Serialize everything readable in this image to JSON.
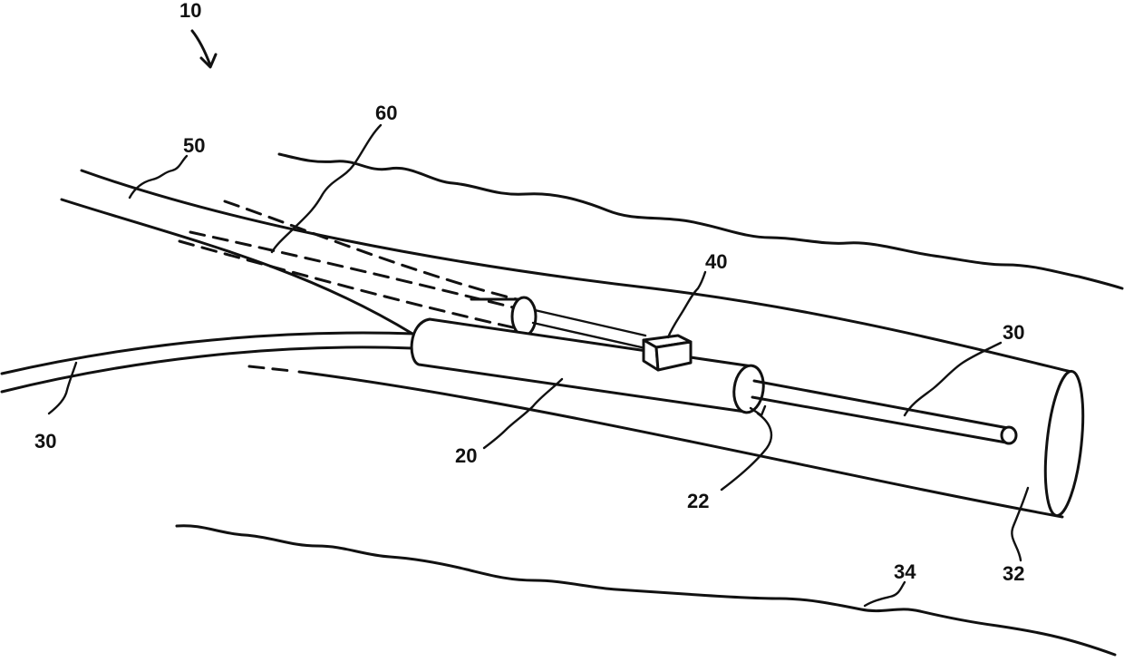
{
  "figure": {
    "labels": {
      "system": "10",
      "catheter_body": "20",
      "distal_opening": "22",
      "guidewire_left": "30",
      "guidewire_right": "30",
      "vessel_lumen": "32",
      "vessel_wall": "34",
      "sensor": "40",
      "sheath": "50",
      "lead": "60"
    }
  }
}
